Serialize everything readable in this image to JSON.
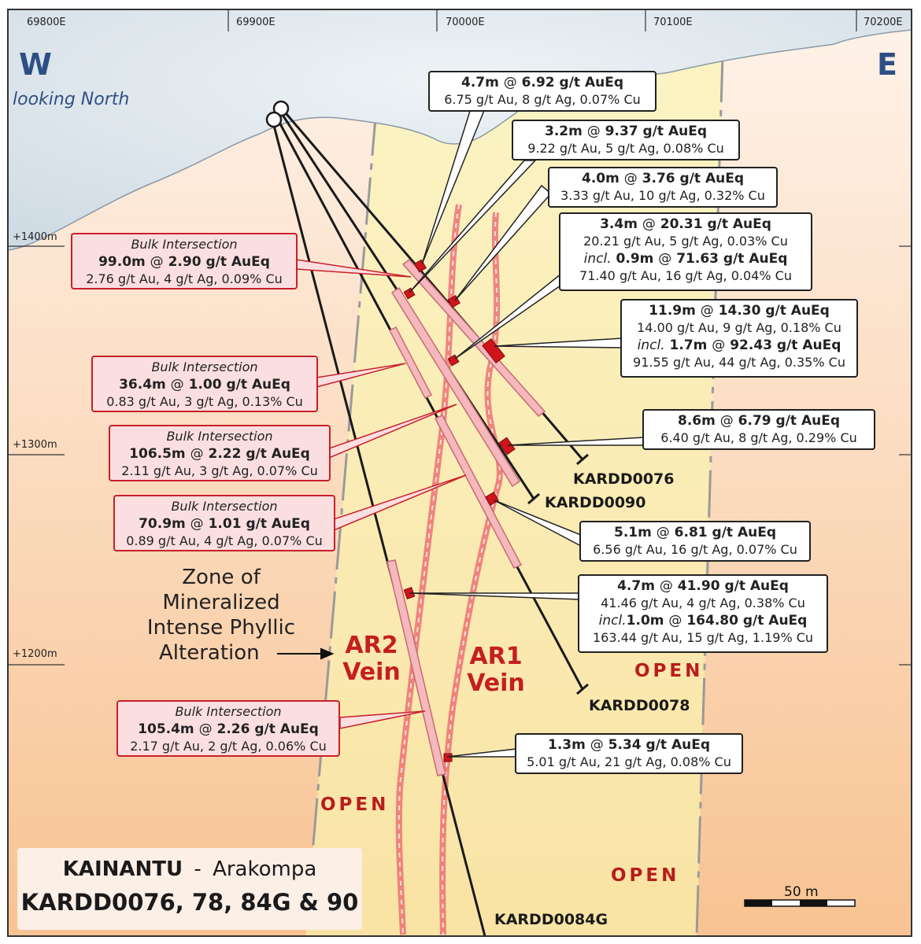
{
  "grid": {
    "eastings": [
      "69800E",
      "69900E",
      "70000E",
      "70100E",
      "70200E"
    ],
    "elevations": [
      "+1400m",
      "+1300m",
      "+1200m"
    ]
  },
  "orientation": {
    "west": "W",
    "east": "E",
    "looking": "looking North"
  },
  "zone_label": [
    "Zone of",
    "Mineralized",
    "Intense Phyllic",
    "Alteration"
  ],
  "veins": {
    "ar2": [
      "AR2",
      "Vein"
    ],
    "ar1": [
      "AR1",
      "Vein"
    ]
  },
  "open_label": "OPEN",
  "holes": {
    "kardd0076": "KARDD0076",
    "kardd0090": "KARDD0090",
    "kardd0078": "KARDD0078",
    "kardd0084g": "KARDD0084G"
  },
  "bulk_intersections": [
    {
      "header": "Bulk Intersection",
      "interval": "99.0m",
      "grade": "2.90 g/t AuEq",
      "detail": "2.76 g/t Au, 4 g/t Ag, 0.09% Cu"
    },
    {
      "header": "Bulk Intersection",
      "interval": "36.4m",
      "grade": "1.00 g/t AuEq",
      "detail": "0.83 g/t Au, 3 g/t Ag, 0.13% Cu"
    },
    {
      "header": "Bulk Intersection",
      "interval": "106.5m",
      "grade": "2.22 g/t AuEq",
      "detail": "2.11 g/t Au, 3 g/t Ag, 0.07% Cu"
    },
    {
      "header": "Bulk Intersection",
      "interval": "70.9m",
      "grade": "1.01 g/t AuEq",
      "detail": "0.89 g/t Au, 4 g/t Ag, 0.07% Cu"
    },
    {
      "header": "Bulk Intersection",
      "interval": "105.4m",
      "grade": "2.26 g/t AuEq",
      "detail": "2.17 g/t Au, 2 g/t Ag, 0.06% Cu"
    }
  ],
  "intersections": [
    {
      "interval": "4.7m",
      "grade": "6.92 g/t AuEq",
      "detail": "6.75 g/t Au, 8 g/t Ag, 0.07% Cu"
    },
    {
      "interval": "3.2m",
      "grade": "9.37 g/t AuEq",
      "detail": "9.22 g/t Au, 5 g/t Ag, 0.08% Cu"
    },
    {
      "interval": "4.0m",
      "grade": "3.76 g/t AuEq",
      "detail": "3.33 g/t Au, 10 g/t Ag, 0.32% Cu"
    },
    {
      "interval": "3.4m",
      "grade": "20.31 g/t AuEq",
      "detail": "20.21 g/t Au, 5 g/t Ag, 0.03% Cu",
      "incl_label": "incl.",
      "incl_interval": "0.9m",
      "incl_grade": "71.63 g/t AuEq",
      "incl_detail": "71.40 g/t Au, 16 g/t Ag, 0.04% Cu"
    },
    {
      "interval": "11.9m",
      "grade": "14.30 g/t AuEq",
      "detail": "14.00 g/t Au, 9 g/t Ag, 0.18% Cu",
      "incl_label": "incl.",
      "incl_interval": "1.7m",
      "incl_grade": "92.43 g/t AuEq",
      "incl_detail": "91.55 g/t Au, 44 g/t Ag, 0.35% Cu"
    },
    {
      "interval": "8.6m",
      "grade": "6.79 g/t AuEq",
      "detail": "6.40 g/t Au, 8 g/t Ag, 0.29% Cu"
    },
    {
      "interval": "5.1m",
      "grade": "6.81 g/t AuEq",
      "detail": "6.56 g/t Au, 16 g/t Ag, 0.07% Cu"
    },
    {
      "interval": "4.7m",
      "grade": "41.90 g/t AuEq",
      "detail": "41.46 g/t Au, 4 g/t Ag, 0.38% Cu",
      "incl_label": "incl.",
      "incl_interval": "1.0m",
      "incl_grade": "164.80 g/t AuEq",
      "incl_detail": "163.44 g/t Au, 15 g/t Ag, 1.19% Cu"
    },
    {
      "interval": "1.3m",
      "grade": "5.34 g/t AuEq",
      "detail": "5.01 g/t Au, 21 g/t Ag, 0.08% Cu"
    }
  ],
  "at": "@",
  "title": {
    "project": "KAINANTU",
    "sep": "-",
    "prospect": "Arakompa",
    "holes": "KARDD0076, 78, 84G & 90"
  },
  "scale_bar": "50 m",
  "colors": {
    "sky": "#dfe8ee",
    "ground_top": "#fdeee2",
    "ground_bottom": "#f9c79a",
    "zone": "#fbf2b8",
    "vein": "#e8636a",
    "bulk": "#f2b9bd",
    "red": "#c8202a"
  }
}
